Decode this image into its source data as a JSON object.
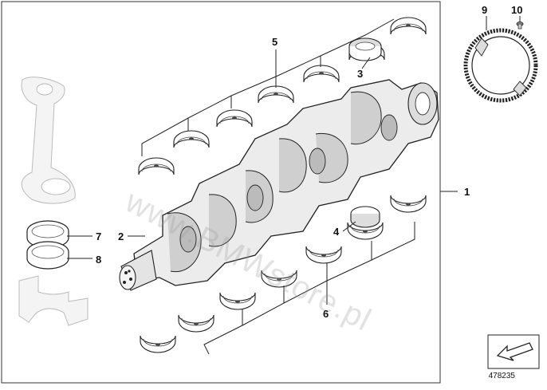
{
  "callouts": {
    "c1": "1",
    "c2": "2",
    "c3": "3",
    "c4": "4",
    "c5": "5",
    "c6": "6",
    "c7": "7",
    "c8": "8",
    "c9": "9",
    "c10": "10"
  },
  "diagram_number": "478235",
  "watermark": "www.BMWstore.pl"
}
